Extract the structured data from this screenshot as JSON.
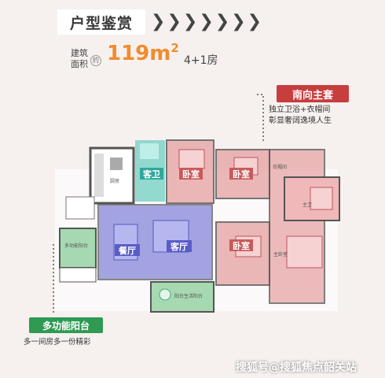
{
  "header": {
    "title": "户型鉴赏",
    "chevrons": [
      "❯",
      "❯",
      "❯",
      "❯",
      "❯",
      "❯",
      "❯"
    ]
  },
  "area": {
    "label": "建筑面积",
    "circle": "约",
    "value": "119m",
    "sup": "2",
    "layout": "4+1房"
  },
  "master_suite": {
    "tag": "南向主套",
    "line1": "独立卫浴+衣帽间",
    "line2": "彰显奢阔逸境人生"
  },
  "balcony": {
    "tag": "多功能阳台",
    "desc": "多一间房多一份精彩"
  },
  "rooms": {
    "guest_bath": "客卫",
    "bedroom_a": "卧室",
    "bedroom_b": "卧室",
    "bedroom_c": "卧室",
    "dining": "餐厅",
    "living": "客厅",
    "kitchen": "厨房",
    "master_bath": "主卫",
    "master_bedroom": "主卧室",
    "balcony_room": "多功能阳台",
    "walkin": "衣帽间",
    "living_balcony": "阳台生活阳台"
  },
  "colors": {
    "accent_orange": "#f08c2e",
    "master_red": "#c73e3e",
    "balcony_green": "#2e9a52",
    "living_blue": "#7d7fd6",
    "bedroom_pink": "#e8a6a6",
    "bath_teal": "#7fd3c8"
  },
  "watermark": "搜狐号@搜狐焦点韶关站"
}
